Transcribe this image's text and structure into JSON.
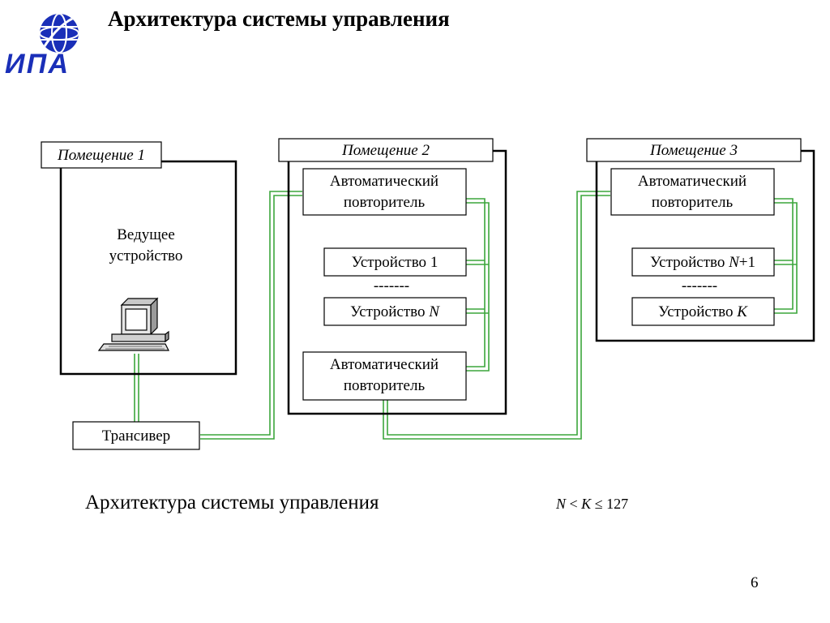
{
  "header": {
    "title": "Архитектура системы управления",
    "logo_text": "ИПА"
  },
  "colors": {
    "cable": "#3ca63c",
    "box_stroke": "#000000",
    "logo_blue": "#1a2fb8"
  },
  "diagram": {
    "rooms": [
      {
        "label": "Помещение 1"
      },
      {
        "label": "Помещение 2"
      },
      {
        "label": "Помещение 3"
      }
    ],
    "master": {
      "line1": "Ведущее",
      "line2": "устройство",
      "icon": "computer-icon"
    },
    "transceiver": {
      "label": "Трансивер"
    },
    "repeaters": [
      {
        "line1": "Автоматический",
        "line2": "повторитель"
      },
      {
        "line1": "Автоматический",
        "line2": "повторитель"
      },
      {
        "line1": "Автоматический",
        "line2": "повторитель"
      }
    ],
    "devices": [
      {
        "prefix": "Устройство ",
        "var": "",
        "suffix": "1"
      },
      {
        "prefix": "Устройство ",
        "var": "N",
        "suffix": ""
      },
      {
        "prefix": "Устройство ",
        "var": "N",
        "suffix": "+1"
      },
      {
        "prefix": "Устройство ",
        "var": "K",
        "suffix": ""
      }
    ],
    "ellipsis": "-------"
  },
  "caption": "Архитектура системы управления",
  "formula": {
    "left": "N",
    "op1": " < ",
    "mid": "K",
    "op2": " ≤ ",
    "right": "127"
  },
  "page_number": "6"
}
